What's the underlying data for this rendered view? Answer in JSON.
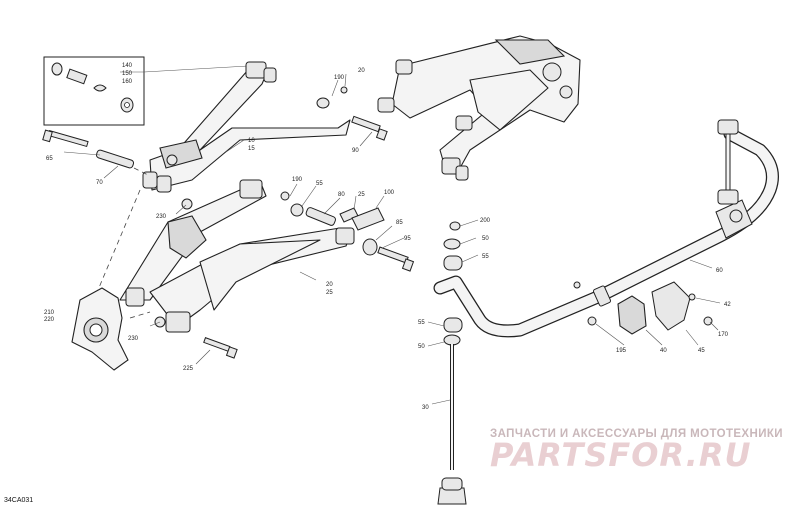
{
  "diagram": {
    "code": "34CA031",
    "watermark": {
      "tagline": "ЗАПЧАСТИ И АКСЕССУАРЫ ДЛЯ МОТОТЕХНИКИ",
      "logo": "PARTSFOR.RU"
    },
    "callouts": {
      "c140": "140",
      "c150": "150",
      "c160": "160",
      "c190a": "190",
      "c20": "20",
      "c90": "90",
      "c65": "65",
      "c70": "70",
      "c10": "10",
      "c15": "15",
      "c230a": "230",
      "c190b": "190",
      "c55a": "55",
      "c80": "80",
      "c25": "25",
      "c100": "100",
      "c85": "85",
      "c95": "95",
      "c20b": "20",
      "c25b": "25",
      "c210": "210",
      "c220": "220",
      "c230b": "230",
      "c225": "225",
      "c200": "200",
      "c50a": "50",
      "c55b": "55",
      "c60": "60",
      "c42": "42",
      "c170": "170",
      "c45": "45",
      "c40": "40",
      "c195": "195",
      "c55c": "55",
      "c50b": "50",
      "c30": "30"
    }
  }
}
